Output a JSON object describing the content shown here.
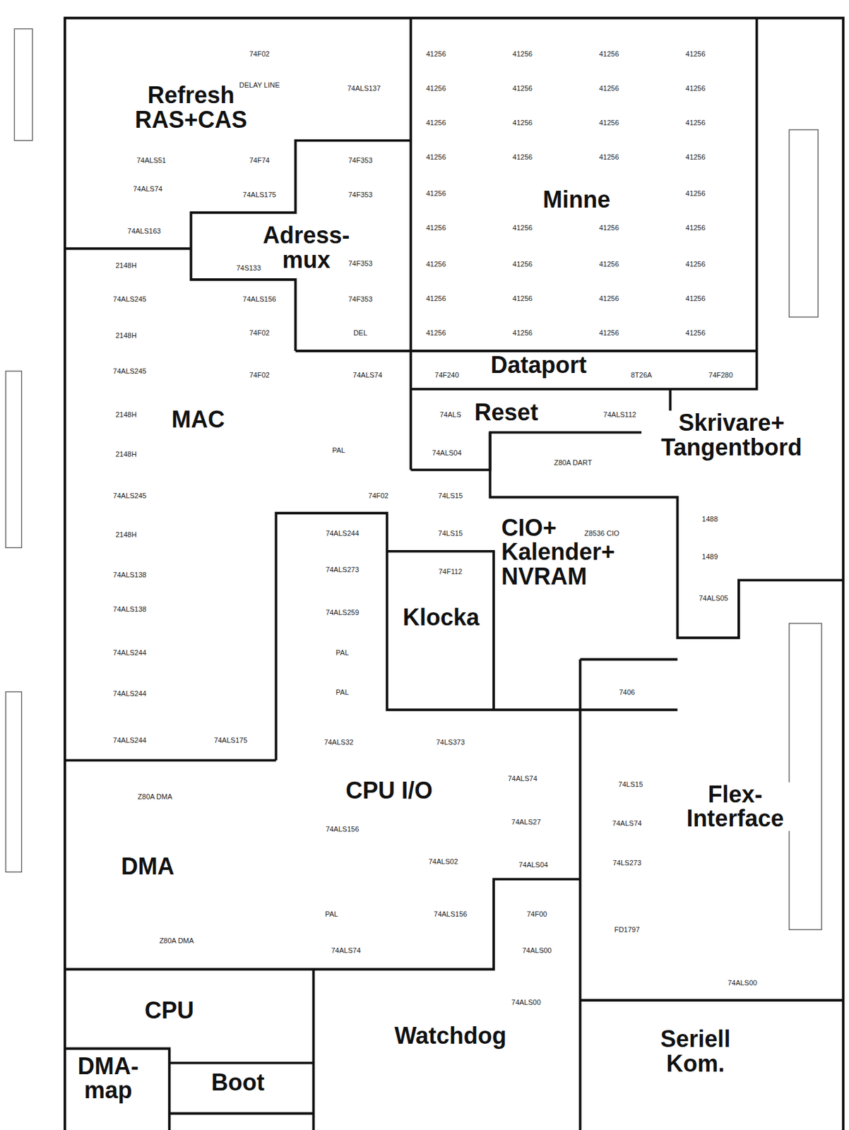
{
  "diagram": {
    "nodes": [
      {
        "text": [
          "Refresh RAS+CAS"
        ]
      },
      {
        "text": [
          "Minne"
        ]
      },
      {
        "text": [
          "Adress- mux"
        ]
      },
      {
        "text": [
          "Dataport"
        ]
      },
      {
        "text": [
          "Reset"
        ]
      },
      {
        "text": [
          "MAC"
        ]
      },
      {
        "text": [
          "Skrivare+ Tangentbord"
        ]
      },
      {
        "text": [
          "CIO+ Kalender+ NVRAM"
        ]
      },
      {
        "text": [
          "Klocka"
        ]
      },
      {
        "text": [
          "CPU I/O"
        ]
      },
      {
        "text": [
          "Flex- Interface"
        ]
      },
      {
        "text": [
          "DMA"
        ]
      },
      {
        "text": [
          "CPU"
        ]
      },
      {
        "text": [
          "Watchdog"
        ]
      },
      {
        "text": [
          "Seriell Kom."
        ]
      },
      {
        "text": [
          "DMA- map"
        ]
      },
      {
        "text": [
          "Boot"
        ]
      }
    ],
    "labels": [
      "41256",
      "41256",
      "41256",
      "41256",
      "41256",
      "41256",
      "41256",
      "41256",
      "41256",
      "41256",
      "41256",
      "41256",
      "41256",
      "41256",
      "41256",
      "41256",
      "41256",
      "41256",
      "41256",
      "41256",
      "41256",
      "41256",
      "41256",
      "41256",
      "41256",
      "41256",
      "41256",
      "41256",
      "41256",
      "41256",
      "41256",
      "41256",
      "41256",
      "41256",
      "74F02",
      "DELAY LINE",
      "74ALS137",
      "74ALS51",
      "74F74",
      "74ALS74",
      "74ALS175",
      "74F353",
      "74F353",
      "74ALS163",
      "74S133",
      "74F353",
      "74ALS156",
      "74F353",
      "74F02",
      "DEL",
      "74F02",
      "74ALS74",
      "2148H",
      "74ALS245",
      "2148H",
      "74ALS245",
      "2148H",
      "2148H",
      "74ALS245",
      "2148H",
      "74ALS138",
      "74ALS138",
      "74ALS244",
      "74ALS244",
      "74ALS244",
      "74ALS175",
      "74F240",
      "8T26A",
      "74F280",
      "74ALS",
      "74ALS112",
      "PAL",
      "74ALS04",
      "Z80A DART",
      "74F02",
      "74LS15",
      "74ALS244",
      "74ALS273",
      "74ALS259",
      "PAL",
      "PAL",
      "74LS15",
      "74F112",
      "Z8536 CIO",
      "1488",
      "1489",
      "74ALS05",
      "74ALS32",
      "74LS373",
      "74ALS74",
      "74ALS27",
      "74ALS156",
      "74ALS02",
      "74ALS04",
      "7406",
      "74LS15",
      "74ALS74",
      "74LS273",
      "FD1797",
      "Z80A DMA",
      "Z80A DMA",
      "PAL",
      "74ALS156",
      "74F00",
      "74ALS00",
      "74ALS74",
      "74ALS00",
      "74ALS00"
    ]
  }
}
